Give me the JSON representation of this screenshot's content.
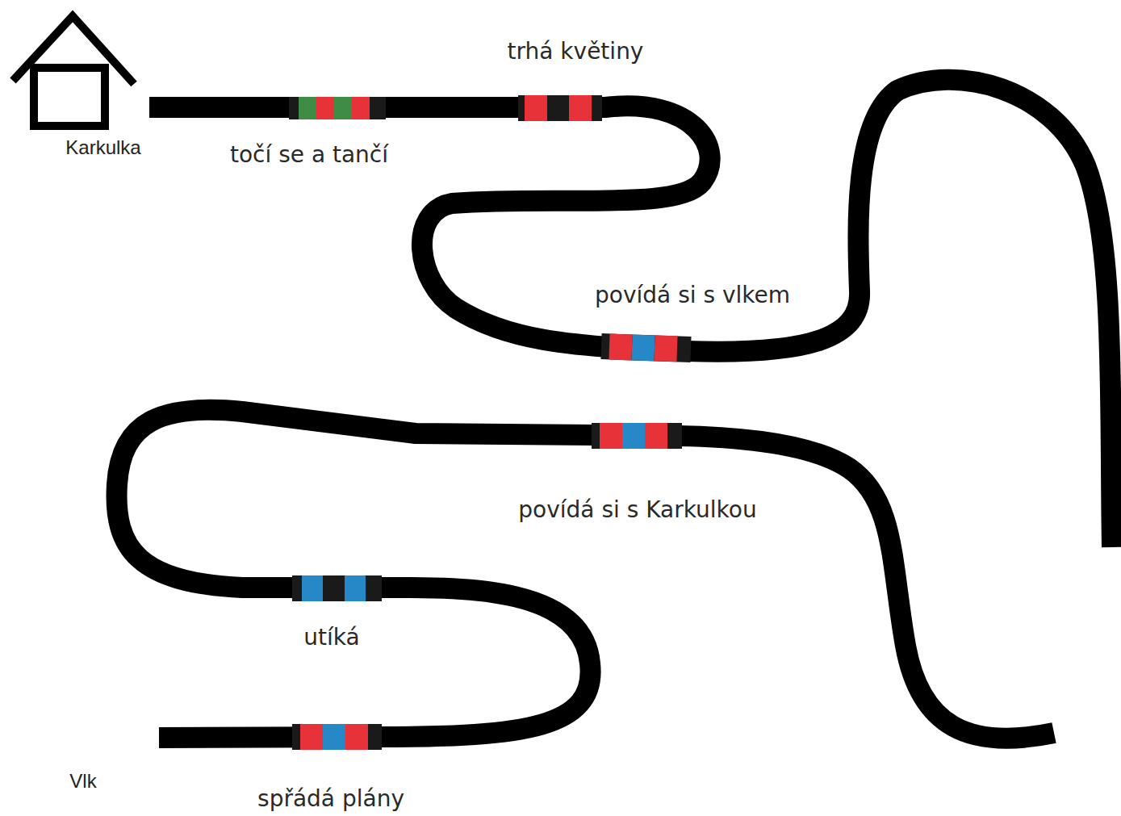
{
  "diagram": {
    "labels": [
      "Karkulka",
      "točí se a tančí",
      "trhá květiny",
      "povídá si s vlkem",
      "povídá si s Karkulkou",
      "utíká",
      "spřádá plány",
      "Vlk"
    ]
  }
}
